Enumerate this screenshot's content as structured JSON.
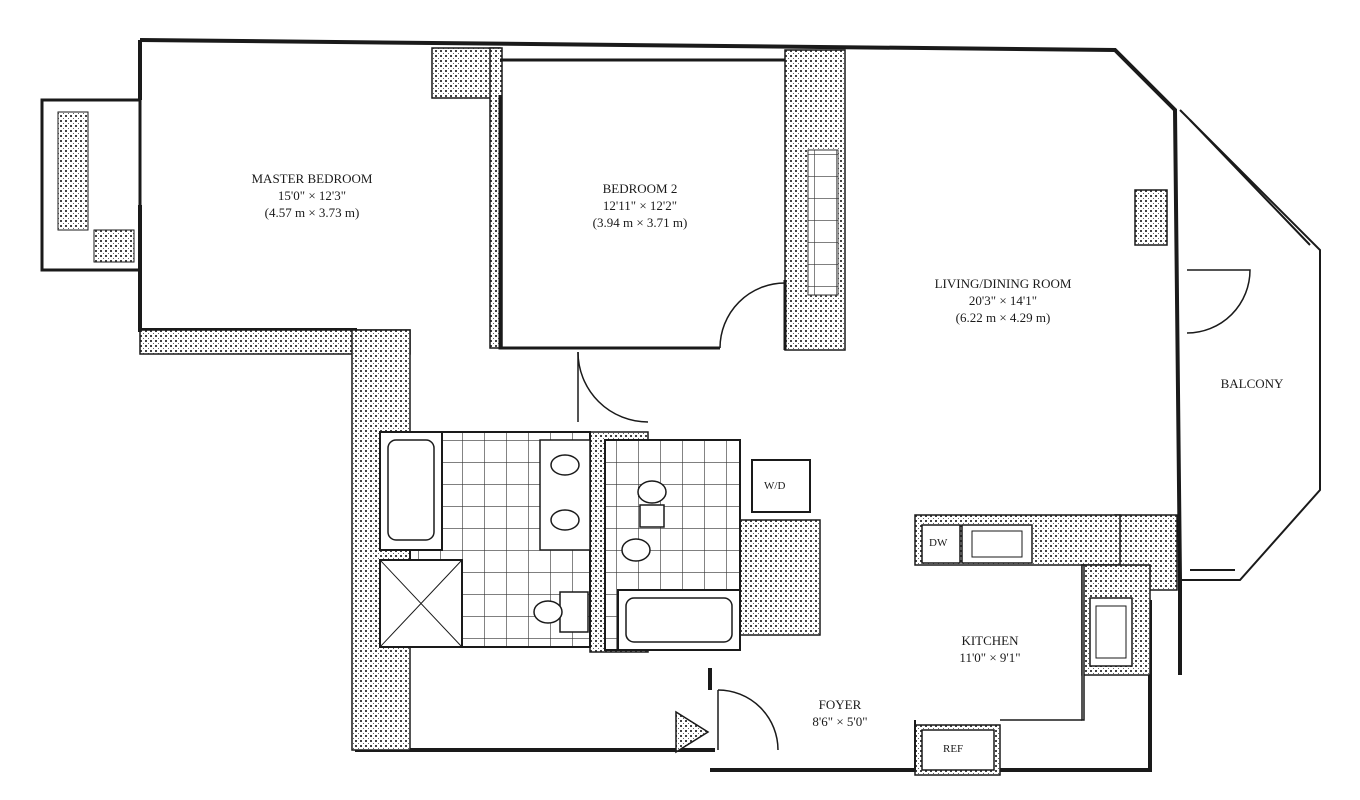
{
  "rooms": {
    "master_bedroom": {
      "name": "MASTER BEDROOM",
      "dims_imperial": "15'0\" × 12'3\"",
      "dims_metric": "(4.57 m × 3.73 m)"
    },
    "bedroom_2": {
      "name": "BEDROOM 2",
      "dims_imperial": "12'11\" × 12'2\"",
      "dims_metric": "(3.94 m × 3.71 m)"
    },
    "living_dining": {
      "name": "LIVING/DINING ROOM",
      "dims_imperial": "20'3\" × 14'1\"",
      "dims_metric": "(6.22 m × 4.29 m)"
    },
    "balcony": {
      "name": "BALCONY"
    },
    "kitchen": {
      "name": "KITCHEN",
      "dims_imperial": "11'0\" × 9'1\""
    },
    "foyer": {
      "name": "FOYER",
      "dims_imperial": "8'6\" × 5'0\""
    }
  },
  "fixtures": {
    "washer_dryer": "W/D",
    "dishwasher": "DW",
    "refrigerator": "REF"
  },
  "colors": {
    "wall": "#1a1a1a",
    "hatch": "#555555",
    "background": "#ffffff"
  },
  "icons": {
    "entry_marker": "entry-triangle-icon"
  }
}
